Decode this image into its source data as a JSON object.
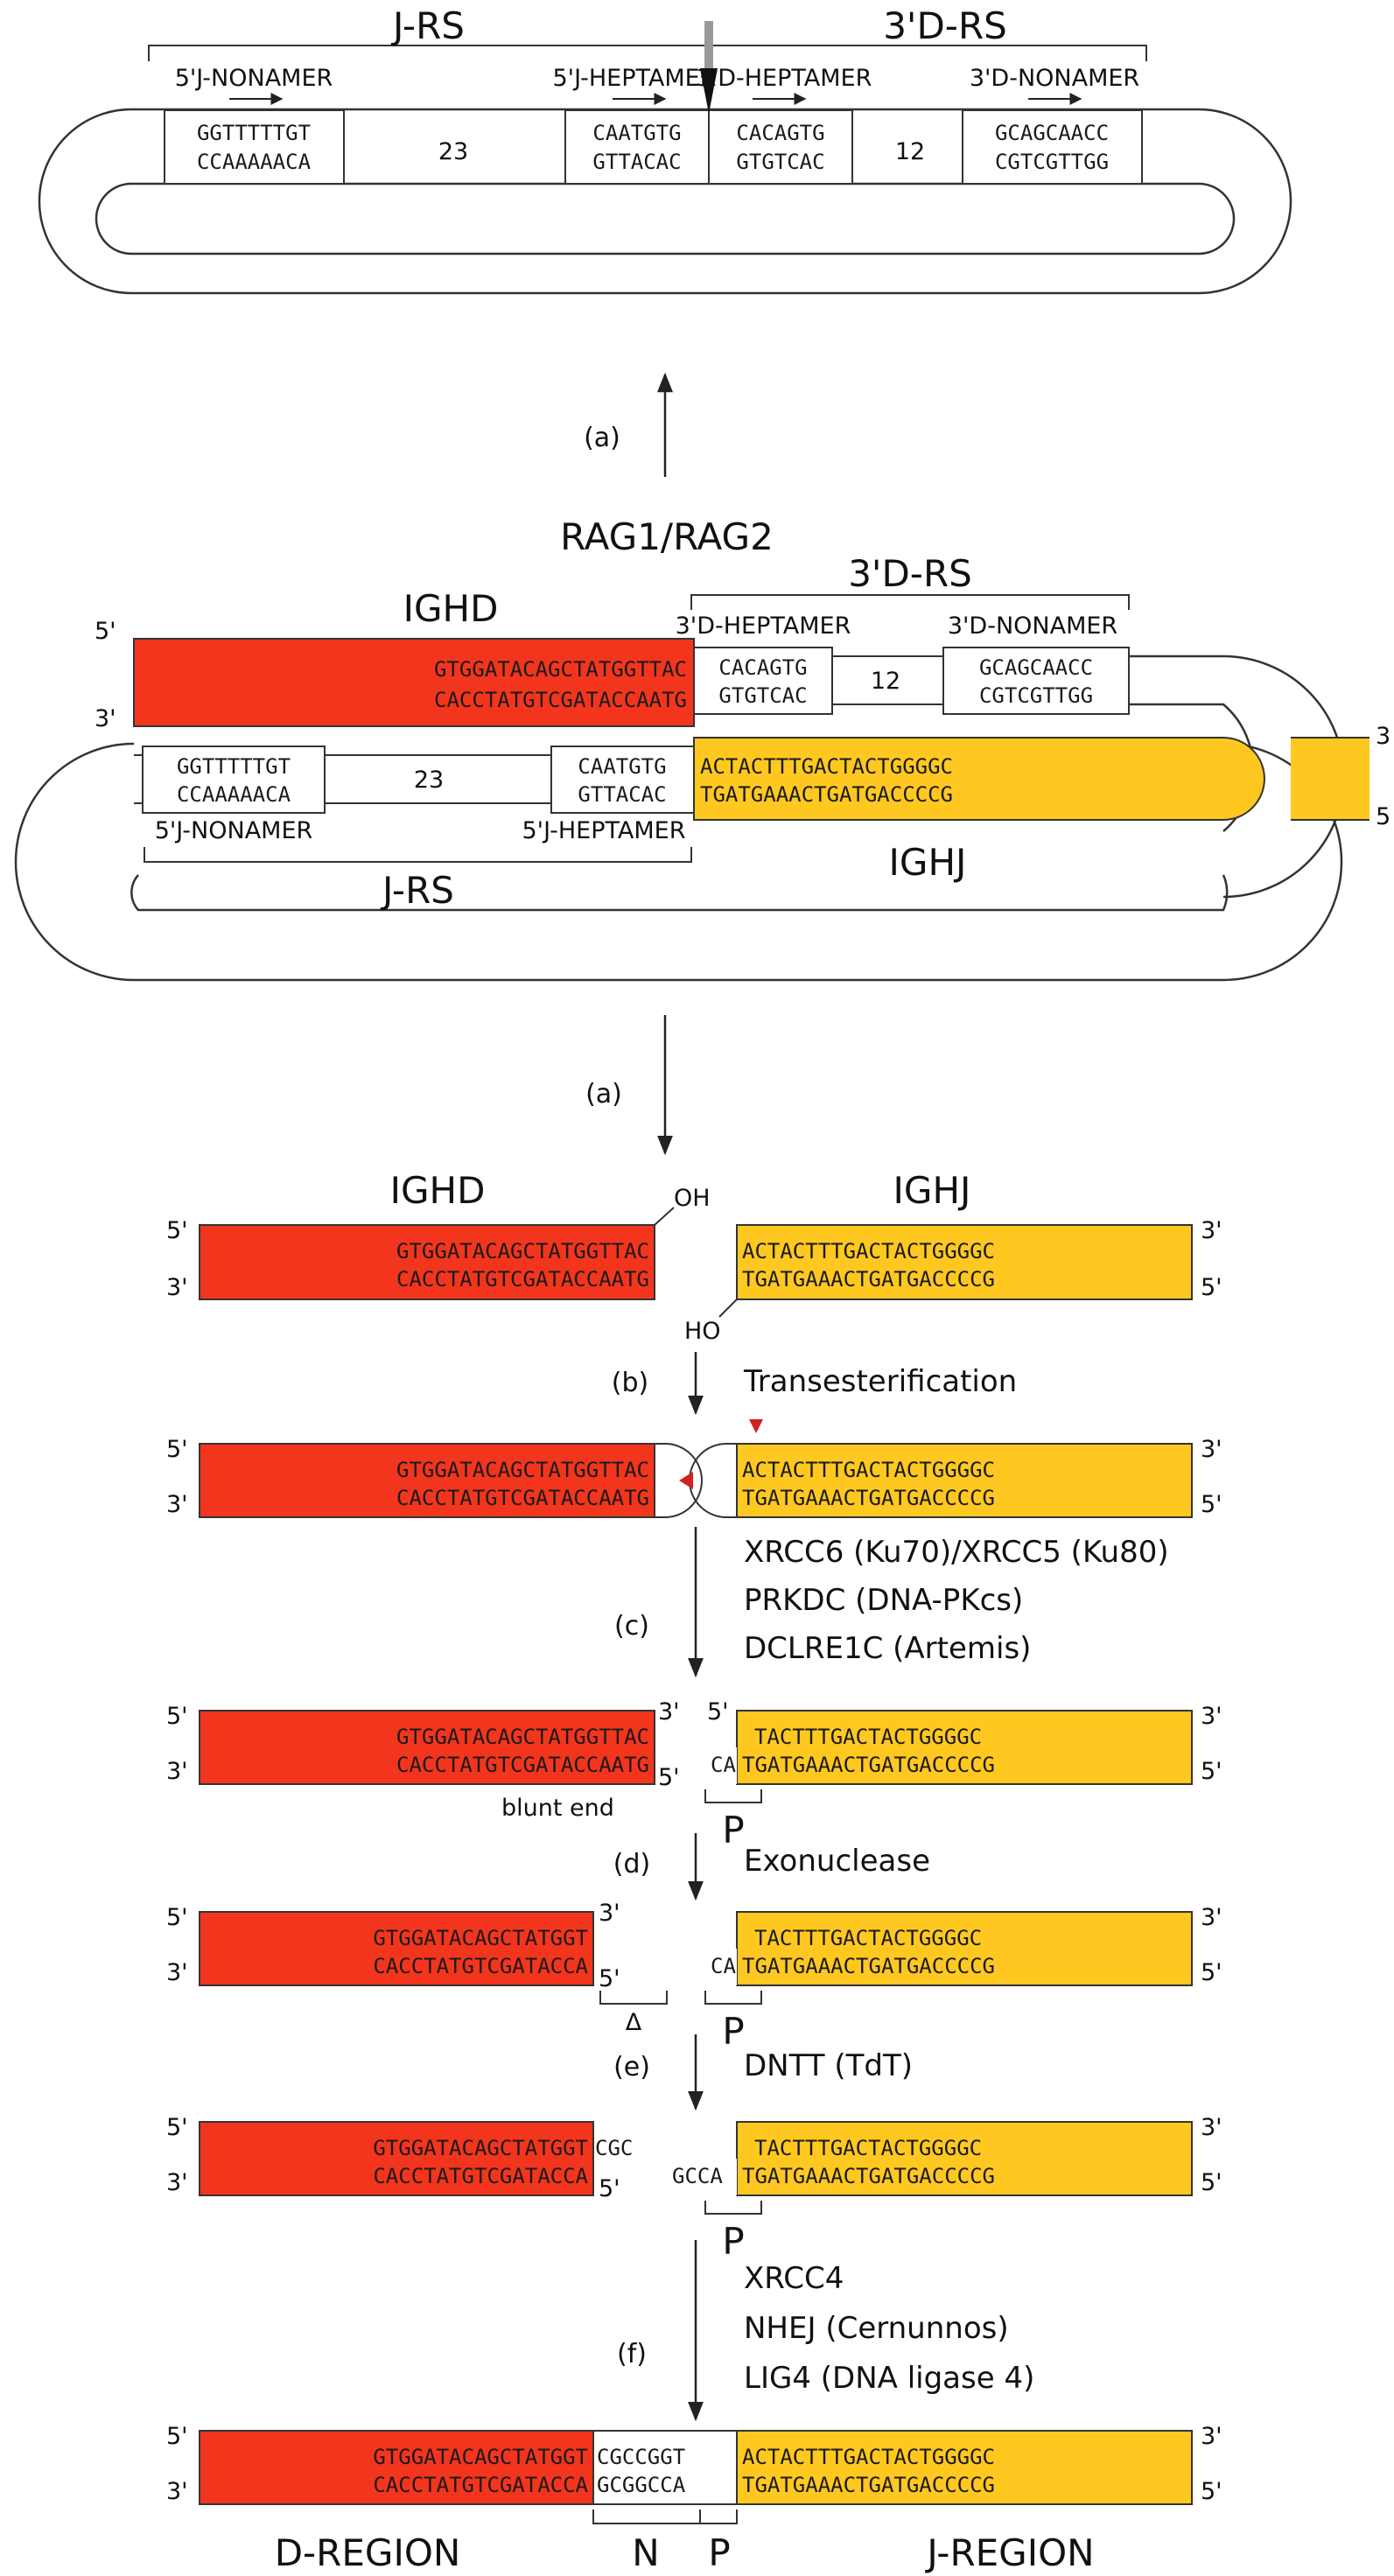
{
  "colors": {
    "igh_d": "#f2351c",
    "igh_j": "#ffc820",
    "outline": "#333333",
    "cut_marker": "#d42020"
  },
  "panel1": {
    "j_rs": "J-RS",
    "d_rs": "3'D-RS",
    "j_nonamer_label": "5'J-NONAMER",
    "j_heptamer_label": "5'J-HEPTAMER",
    "d_heptamer_label": "3'D-HEPTAMER",
    "d_nonamer_label": "3'D-NONAMER",
    "j_nonamer_top": "GGTTTTTGT",
    "j_nonamer_bot": "CCAAAAACA",
    "spacer_j": "23",
    "j_heptamer_top": "CAATGTG",
    "j_heptamer_bot": "GTTACAC",
    "d_heptamer_top": "CACAGTG",
    "d_heptamer_bot": "GTGTCAC",
    "spacer_d": "12",
    "d_nonamer_top": "GCAGCAACC",
    "d_nonamer_bot": "CGTCGTTGG"
  },
  "step_a1": "(a)",
  "rag": "RAG1/RAG2",
  "panel2": {
    "ighd": "IGHD",
    "ighj": "IGHJ",
    "five": "5'",
    "three": "3'",
    "right_three": "3",
    "right_five": "5",
    "d_top": "GTGGATACAGCTATGGTTAC",
    "d_bot": "CACCTATGTCGATACCAATG",
    "d_rs": "3'D-RS",
    "d_heptamer_label": "3'D-HEPTAMER",
    "d_nonamer_label": "3'D-NONAMER",
    "d_heptamer_top": "CACAGTG",
    "d_heptamer_bot": "GTGTCAC",
    "spacer_d": "12",
    "d_nonamer_top": "GCAGCAACC",
    "d_nonamer_bot": "CGTCGTTGG",
    "j_nonamer_top": "GGTTTTTGT",
    "j_nonamer_bot": "CCAAAAACA",
    "spacer_j": "23",
    "j_heptamer_top": "CAATGTG",
    "j_heptamer_bot": "GTTACAC",
    "j_top": "ACTACTTTGACTACTGGGGC",
    "j_bot": "TGATGAAACTGATGACCCCG",
    "j_nonamer_label": "5'J-NONAMER",
    "j_heptamer_label": "5'J-HEPTAMER",
    "j_rs": "J-RS"
  },
  "step_a2": "(a)",
  "panel3": {
    "ighd": "IGHD",
    "ighj": "IGHJ",
    "oh": "OH",
    "ho": "HO",
    "five": "5'",
    "three": "3'",
    "d_top": "GTGGATACAGCTATGGTTAC",
    "d_bot": "CACCTATGTCGATACCAATG",
    "j_top": "ACTACTTTGACTACTGGGGC",
    "j_bot": "TGATGAAACTGATGACCCCG"
  },
  "step_b": {
    "label": "(b)",
    "enzyme": "Transesterification"
  },
  "panel4": {
    "five": "5'",
    "three": "3'",
    "d_top": "GTGGATACAGCTATGGTTAC",
    "d_bot": "CACCTATGTCGATACCAATG",
    "j_top": "ACTACTTTGACTACTGGGGC",
    "j_bot": "TGATGAAACTGATGACCCCG"
  },
  "step_c": {
    "label": "(c)",
    "enzymes": [
      "XRCC6 (Ku70)/XRCC5 (Ku80)",
      "PRKDC (DNA-PKcs)",
      "DCLRE1C (Artemis)"
    ]
  },
  "panel5": {
    "five": "5'",
    "three": "3'",
    "d_top": "GTGGATACAGCTATGGTTAC",
    "d_bot": "CACCTATGTCGATACCAATG",
    "j_top": "TACTTTGACTACTGGGGC",
    "j_bot": "TGATGAAACTGATGACCCCG",
    "p_nuc": "CA",
    "blunt": "blunt end",
    "p": "P"
  },
  "step_d": {
    "label": "(d)",
    "enzyme": "Exonuclease"
  },
  "panel6": {
    "five": "5'",
    "three": "3'",
    "d_top": "GTGGATACAGCTATGGT",
    "d_bot": "CACCTATGTCGATACCA",
    "j_top": "TACTTTGACTACTGGGGC",
    "j_bot": "TGATGAAACTGATGACCCCG",
    "p_nuc": "CA",
    "delta": "Δ",
    "p": "P"
  },
  "step_e": {
    "label": "(e)",
    "enzyme": "DNTT (TdT)"
  },
  "panel7": {
    "five": "5'",
    "three": "3'",
    "d_top": "GTGGATACAGCTATGGT",
    "d_bot": "CACCTATGTCGATACCA",
    "n_top": "CGC",
    "n_bot": "GCCA",
    "j_top": "TACTTTGACTACTGGGGC",
    "j_bot": "TGATGAAACTGATGACCCCG",
    "p": "P"
  },
  "step_f": {
    "label": "(f)",
    "enzymes": [
      "XRCC4",
      "NHEJ (Cernunnos)",
      "LIG4 (DNA ligase 4)"
    ]
  },
  "panel8": {
    "five": "5'",
    "three": "3'",
    "d_top": "GTGGATACAGCTATGGT",
    "d_bot": "CACCTATGTCGATACCA",
    "n_top": "CGCCGGT",
    "n_bot": "GCGGCCA",
    "j_top": "ACTACTTTGACTACTGGGGC",
    "j_bot": "TGATGAAACTGATGACCCCG",
    "d_region": "D-REGION",
    "n": "N",
    "p": "P",
    "j_region": "J-REGION"
  }
}
